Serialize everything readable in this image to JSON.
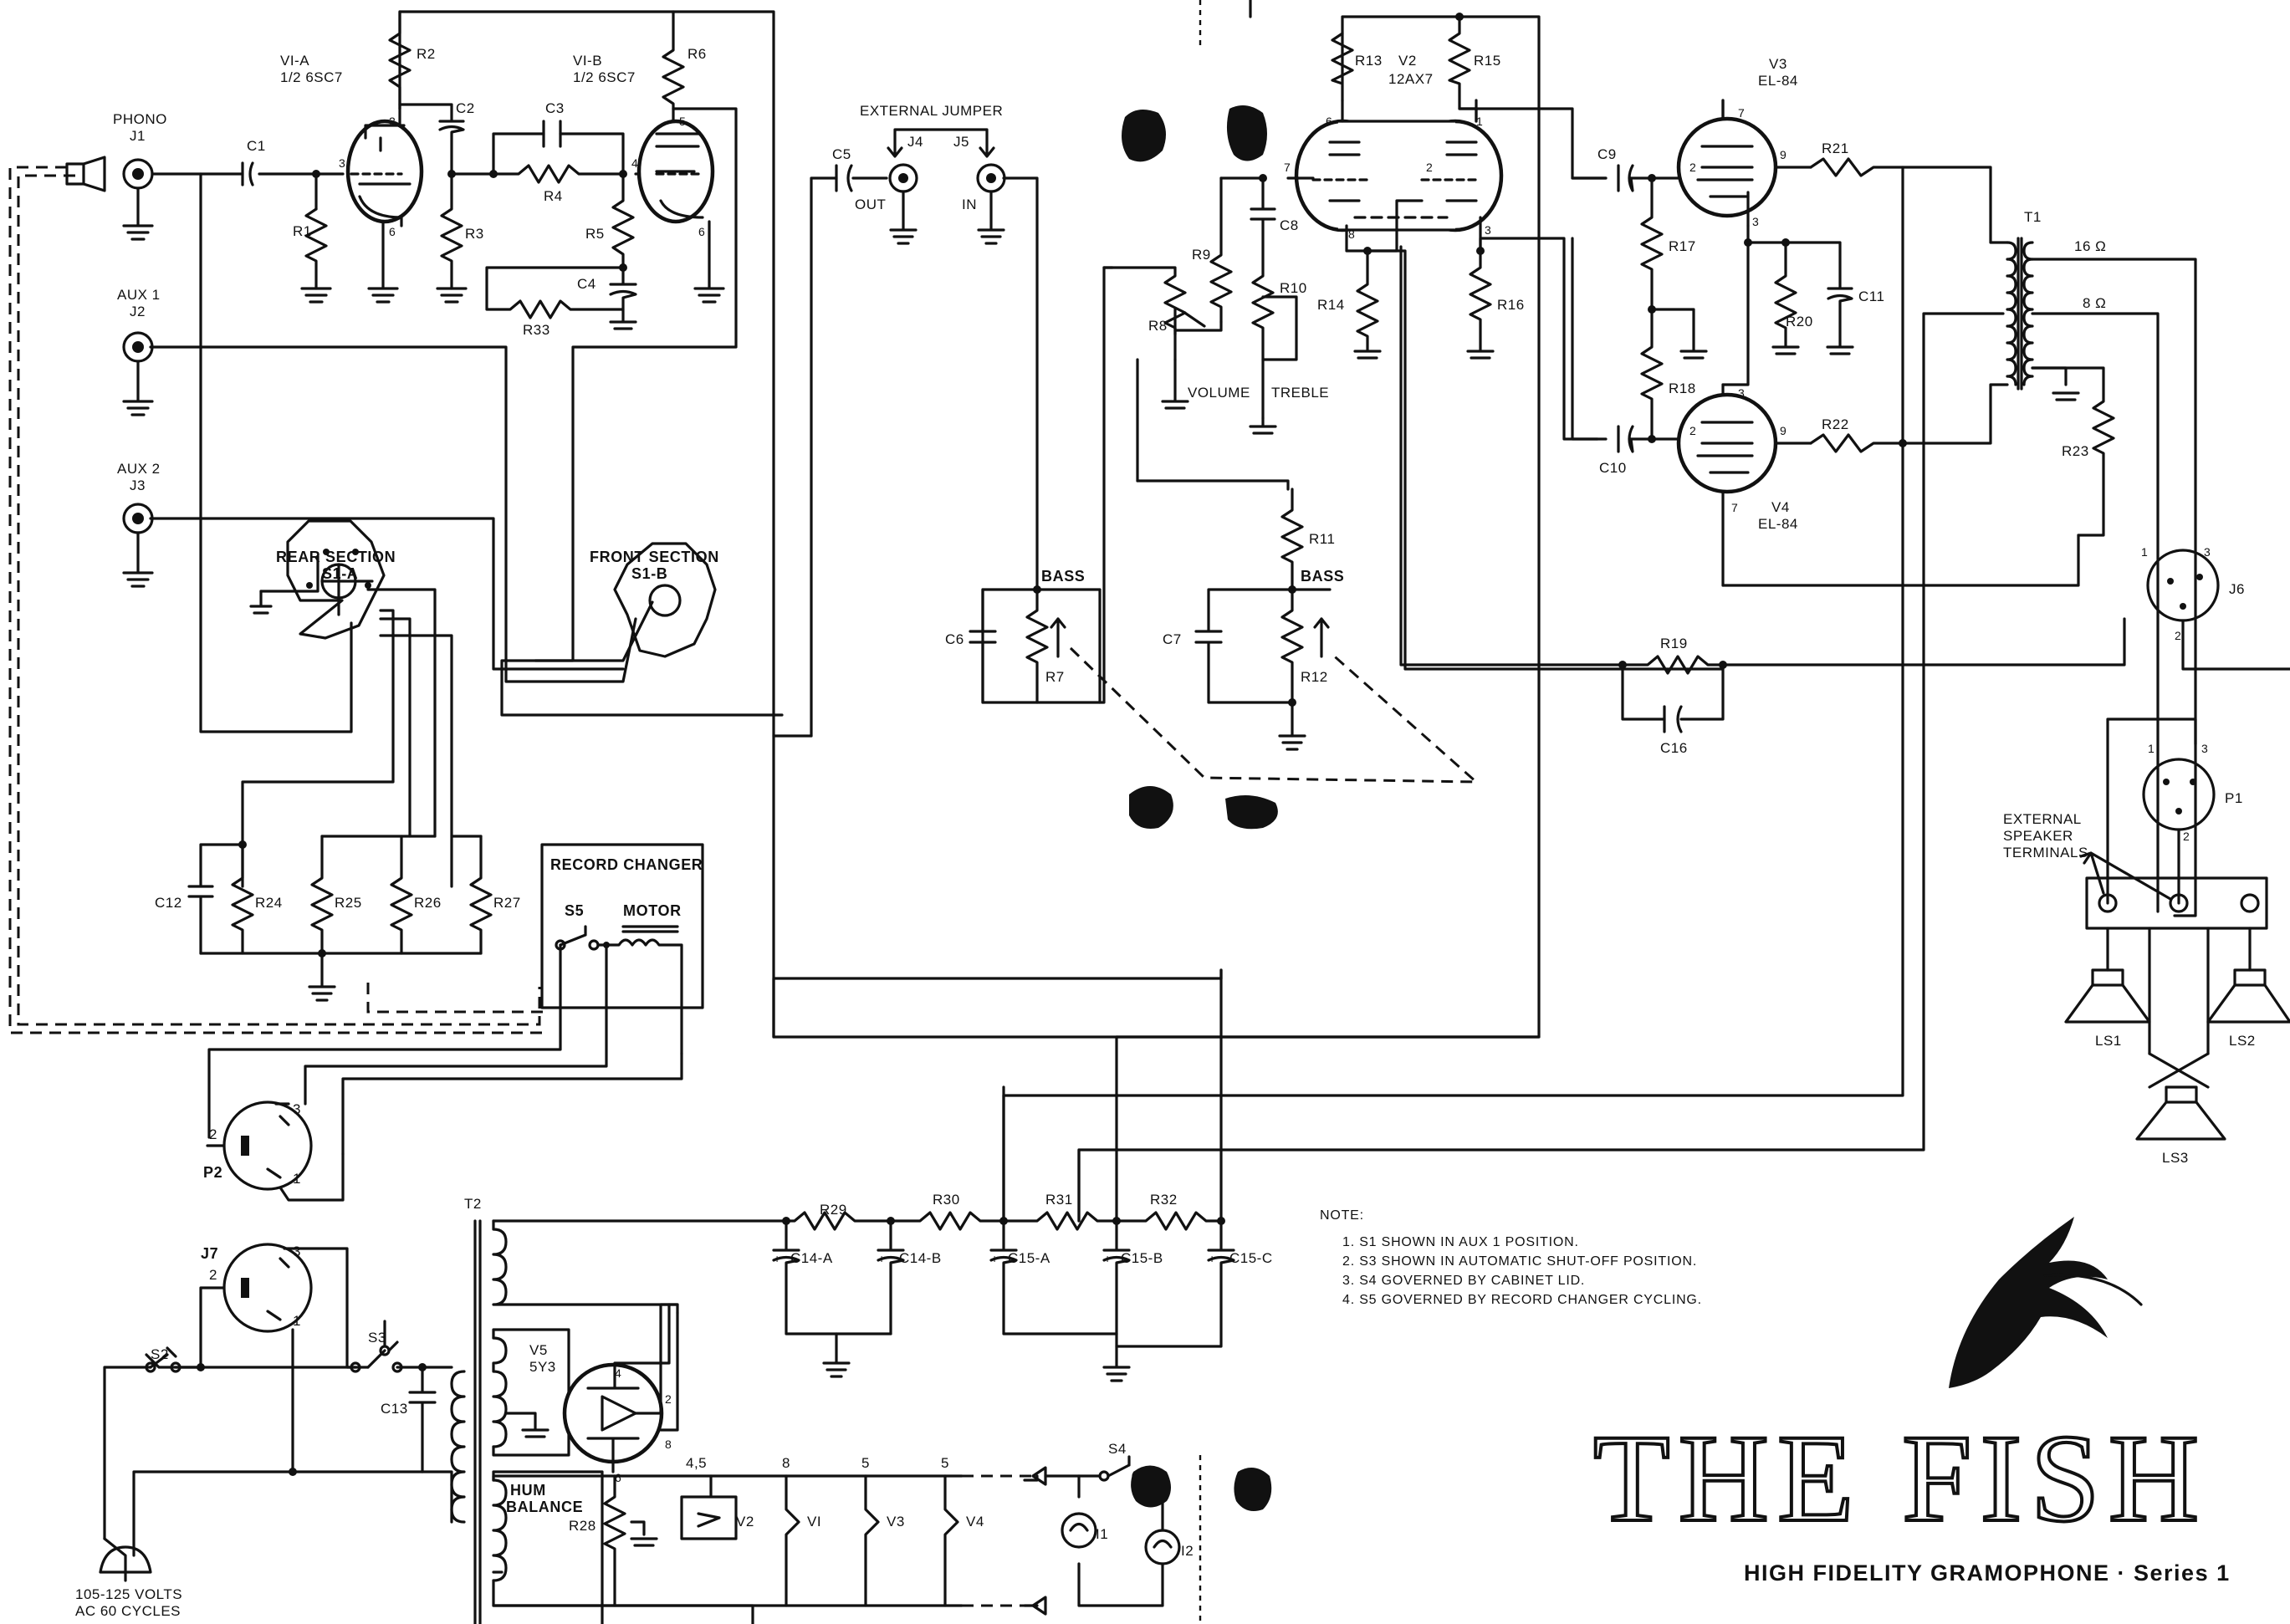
{
  "labels": {
    "phono": "PHONO",
    "j1": "J1",
    "aux1": "AUX 1",
    "j2": "J2",
    "aux2": "AUX 2",
    "j3": "J3",
    "v1a": "VI-A",
    "v1a_type": "1/2 6SC7",
    "v1b": "VI-B",
    "v1b_type": "1/2 6SC7",
    "r1": "R1",
    "r2": "R2",
    "r3": "R3",
    "r4": "R4",
    "r5": "R5",
    "r6": "R6",
    "r33": "R33",
    "c1": "C1",
    "c2": "C2",
    "c3": "C3",
    "c4": "C4",
    "rear_section": "REAR SECTION",
    "s1a": "S1-A",
    "front_section": "FRONT SECTION",
    "s1b": "S1-B",
    "c12": "C12",
    "r24": "R24",
    "r25": "R25",
    "r26": "R26",
    "r27": "R27",
    "record_changer": "RECORD CHANGER",
    "s5": "S5",
    "motor": "MOTOR",
    "p2": "P2",
    "external_jumper": "EXTERNAL JUMPER",
    "c5": "C5",
    "j4": "J4",
    "j5": "J5",
    "out": "OUT",
    "in": "IN",
    "v2": "V2",
    "v2_type": "12AX7",
    "r13": "R13",
    "r15": "R15",
    "r9": "R9",
    "c8": "C8",
    "r10": "R10",
    "r8": "R8",
    "volume": "VOLUME",
    "treble": "TREBLE",
    "r14": "R14",
    "r16": "R16",
    "bass": "BASS",
    "c6": "C6",
    "r7": "R7",
    "r11": "R11",
    "c7": "C7",
    "r12": "R12",
    "v3": "V3",
    "v3_type": "EL-84",
    "v4": "V4",
    "v4_type": "EL-84",
    "c9": "C9",
    "c10": "C10",
    "r17": "R17",
    "r18": "R18",
    "r20": "R20",
    "c11": "C11",
    "r21": "R21",
    "r22": "R22",
    "r19": "R19",
    "c16": "C16",
    "t1": "T1",
    "tap16": "16 Ω",
    "tap8": "8 Ω",
    "r23": "R23",
    "j6": "J6",
    "p1": "P1",
    "ext_speaker_1": "EXTERNAL",
    "ext_speaker_2": "SPEAKER",
    "ext_speaker_3": "TERMINALS",
    "ls1": "LS1",
    "ls2": "LS2",
    "ls3": "LS3",
    "t2": "T2",
    "j7": "J7",
    "s2": "S2",
    "s3": "S3",
    "c13": "C13",
    "v5": "V5",
    "v5_type": "5Y3",
    "r29": "R29",
    "r30": "R30",
    "r31": "R31",
    "r32": "R32",
    "c14a": "C14-A",
    "c14b": "C14-B",
    "c15a": "C15-A",
    "c15b": "C15-B",
    "c15c": "C15-C",
    "hum_balance": "HUM",
    "hum_balance_2": "BALANCE",
    "r28": "R28",
    "fil_v2": "V2",
    "fil_v1": "VI",
    "fil_v3": "V3",
    "fil_v4": "V4",
    "s4": "S4",
    "i1": "I1",
    "i2": "I2",
    "pin45": "4,5",
    "pin8": "8",
    "pin5a": "5",
    "pin5b": "5",
    "mains_1": "105-125 VOLTS",
    "mains_2": "AC 60 CYCLES"
  },
  "pins": {
    "v1a_2": "2",
    "v1a_3": "3",
    "v1a_6": "6",
    "v1b_4": "4",
    "v1b_5": "5",
    "v1b_6": "6",
    "v2_6": "6",
    "v2_7": "7",
    "v2_8": "8",
    "v2_1": "1",
    "v2_2": "2",
    "v2_3": "3",
    "v3_7": "7",
    "v3_2": "2",
    "v3_9": "9",
    "v3_3": "3",
    "v4_3": "3",
    "v4_2": "2",
    "v4_9": "9",
    "v4_7": "7",
    "j6_1": "1",
    "j6_3": "3",
    "j6_2": "2",
    "p1_1": "1",
    "p1_3": "3",
    "p1_2": "2",
    "p2_3": "3",
    "p2_2": "2",
    "p2_1": "1",
    "j7_3": "3",
    "j7_2": "2",
    "j7_1": "1",
    "v5_4": "4",
    "v5_2": "2",
    "v5_8": "8",
    "v5_6": "6"
  },
  "notes": {
    "title": "NOTE:",
    "items": [
      "1.  S1 SHOWN IN AUX 1 POSITION.",
      "2.  S3 SHOWN IN AUTOMATIC SHUT-OFF POSITION.",
      "3.  S4 GOVERNED BY CABINET LID.",
      "4.  S5 GOVERNED BY RECORD CHANGER CYCLING."
    ]
  },
  "brand": {
    "name": "THE FISH",
    "subtitle": "HIGH FIDELITY GRAMOPHONE · Series 1"
  }
}
